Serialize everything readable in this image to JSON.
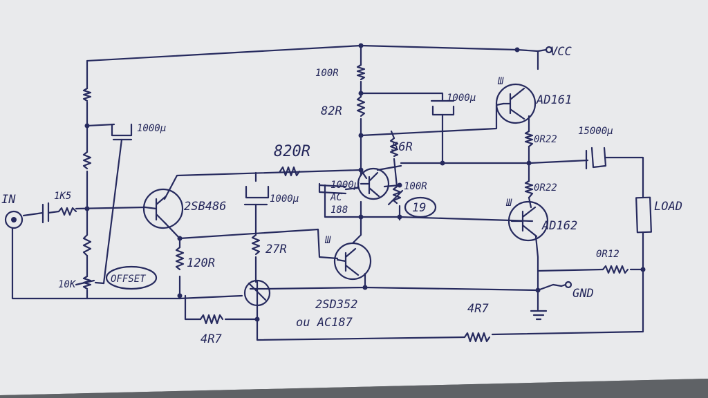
{
  "labels": {
    "vcc": "VCC",
    "gnd": "GND",
    "in": "IN",
    "load": "LOAD",
    "offset": "OFFSET",
    "r_top_left_cap": "1000µ",
    "r_1k5": "1K5",
    "r_10k": "10K",
    "q_2sb486": "2SB486",
    "r_120r": "120R",
    "r_4r7_left": "4R7",
    "r_820r": "820R",
    "c_1000u_mid": "1000µ",
    "r_27r": "27R",
    "q_2sd352": "2SD352",
    "q_alt": "ou AC187",
    "r_100r_top": "100R",
    "r_82r": "82R",
    "c_1000u_top": "1000µ",
    "r_56r": "56R",
    "c_1000u_small": "1000µ",
    "q_ac188_a": "AC",
    "q_ac188_b": "188",
    "r_100r_trim": "100R",
    "trim_badge": "19",
    "q_ad161": "AD161",
    "r_0r22_top": "0R22",
    "r_0r22_bot": "0R22",
    "q_ad162": "AD162",
    "c_15000u": "15000µ",
    "r_0r12": "0R12",
    "r_4r7_bottom": "4R7",
    "sh_1": "Ш",
    "sh_2": "Ш",
    "sh_3": "Ш"
  }
}
